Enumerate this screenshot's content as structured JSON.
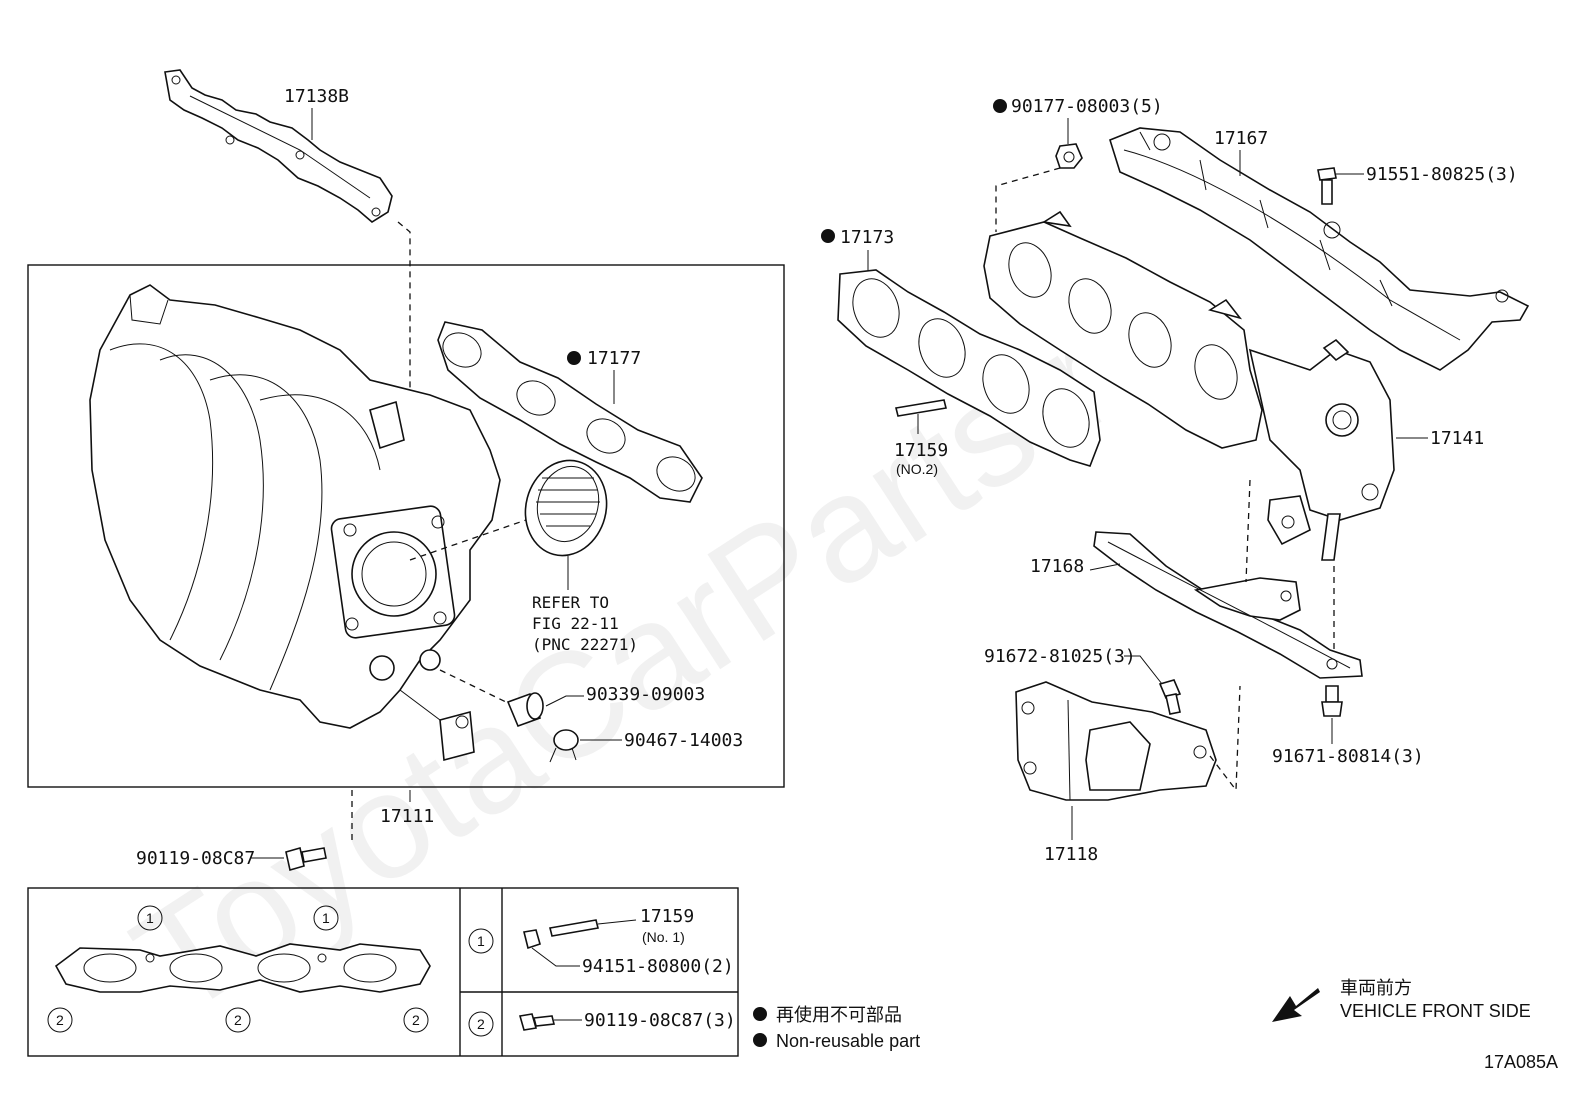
{
  "parts": {
    "p17138B": "17138B",
    "p17111": "17111",
    "p17177": "17177",
    "p90339": "90339-09003",
    "p90467": "90467-14003",
    "p90119": "90119-08C87",
    "p90177": "90177-08003(5)",
    "p17167": "17167",
    "p91551": "91551-80825(3)",
    "p17173": "17173",
    "p17159_2": "17159",
    "p17159_2_note": "(NO.2)",
    "p17141": "17141",
    "p17168": "17168",
    "p91672": "91672-81025(3)",
    "p91671": "91671-80814(3)",
    "p17118": "17118"
  },
  "refer": {
    "line1": "REFER TO",
    "line2": "FIG 22-11",
    "line3": "(PNC 22271)"
  },
  "inset": {
    "c1": "1",
    "c2": "2",
    "p17159": "17159",
    "p17159_note": "(No. 1)",
    "p94151": "94151-80800(2)",
    "p90119_3": "90119-08C87(3)"
  },
  "legend": {
    "line1": "再使用不可部品",
    "line2": "Non-reusable part"
  },
  "direction": {
    "jp": "車両前方",
    "en": "VEHICLE FRONT SIDE"
  },
  "figure_id": "17A085A",
  "watermark": "ToyotaCarParts.ru"
}
